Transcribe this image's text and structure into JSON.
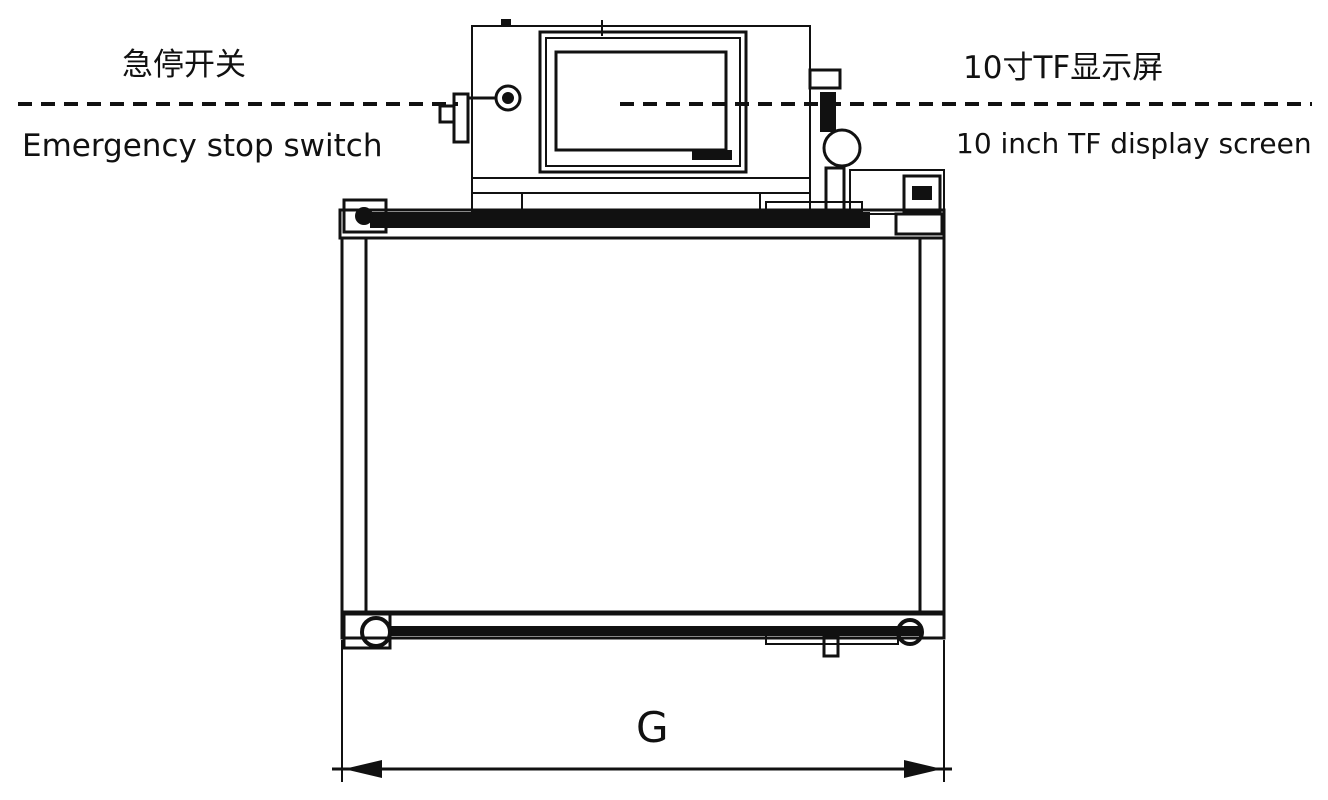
{
  "labels": {
    "emergency_stop_cn": "急停开关",
    "emergency_stop_en": "Emergency stop switch",
    "display_cn": "10寸TF显示屏",
    "display_en": "10 inch TF display screen",
    "dimension": "G"
  },
  "colors": {
    "line": "#111111",
    "background": "#ffffff"
  }
}
